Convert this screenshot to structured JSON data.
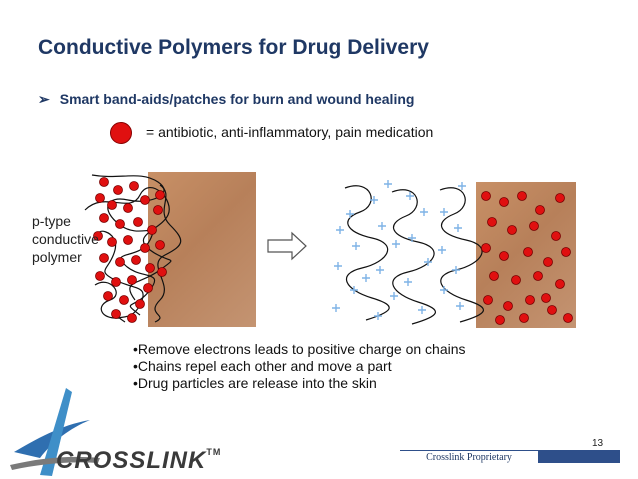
{
  "slide": {
    "title": "Conductive Polymers for Drug Delivery",
    "bullet_marker": "➢",
    "bullet": "Smart band-aids/patches for burn and wound healing",
    "legend_text": "= antibiotic, anti-inflammatory, pain medication",
    "side_label": [
      "p-type",
      "conductive",
      "polymer"
    ],
    "points": [
      "•Remove electrons leads to positive charge on chains",
      "•Chains repel each other and move a part",
      "•Drug particles are release into the skin"
    ],
    "page_number": "13"
  },
  "footer": {
    "logo": "CROSSLINK",
    "tm": "TM",
    "proprietary": "Crosslink Proprietary"
  },
  "colors": {
    "title": "#1f3864",
    "drug": "#e01010",
    "charge": "#7fb3e6",
    "skin": "#c08a62"
  }
}
